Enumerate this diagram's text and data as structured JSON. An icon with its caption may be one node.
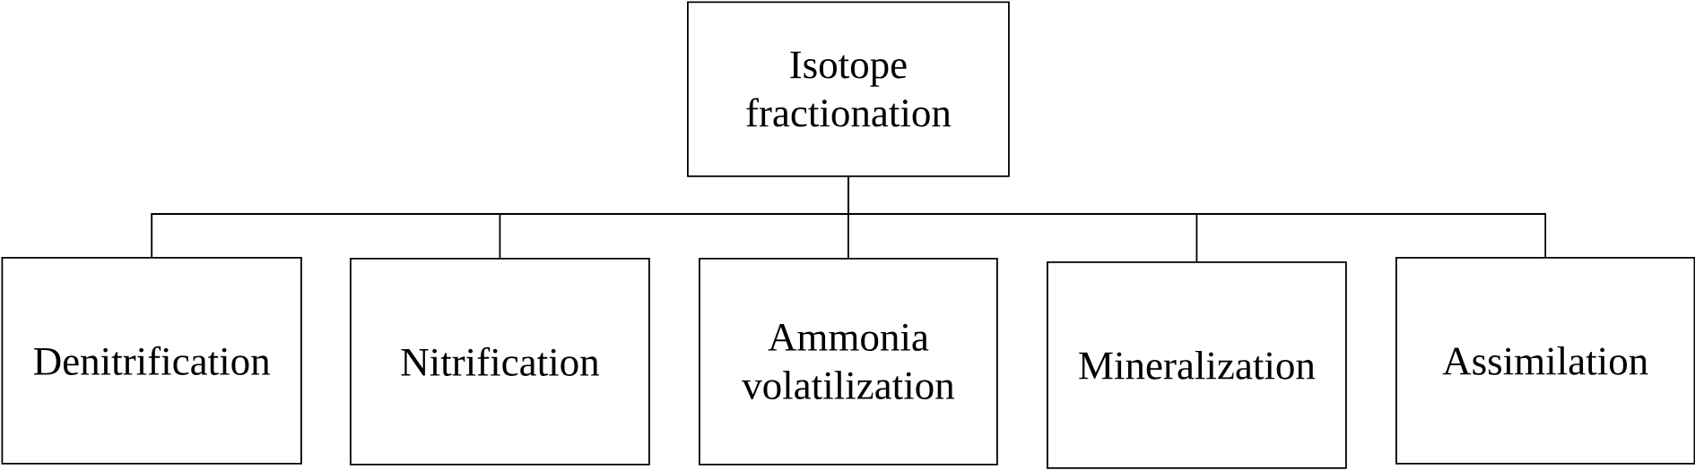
{
  "diagram": {
    "nodes": [
      {
        "text": [
          "Isotope fractionation"
        ]
      },
      {
        "text": [
          "Denitrification"
        ]
      },
      {
        "text": [
          "Nitrification"
        ]
      },
      {
        "text": [
          "Ammonia volatilization"
        ]
      },
      {
        "text": [
          "Mineralization"
        ]
      },
      {
        "text": [
          "Assimilation"
        ]
      }
    ],
    "edges": [
      {
        "from": 0,
        "to": 1,
        "arrow": "none"
      },
      {
        "from": 0,
        "to": 2,
        "arrow": "none"
      },
      {
        "from": 0,
        "to": 3,
        "arrow": "none"
      },
      {
        "from": 0,
        "to": 4,
        "arrow": "none"
      },
      {
        "from": 0,
        "to": 5,
        "arrow": "none"
      }
    ]
  }
}
